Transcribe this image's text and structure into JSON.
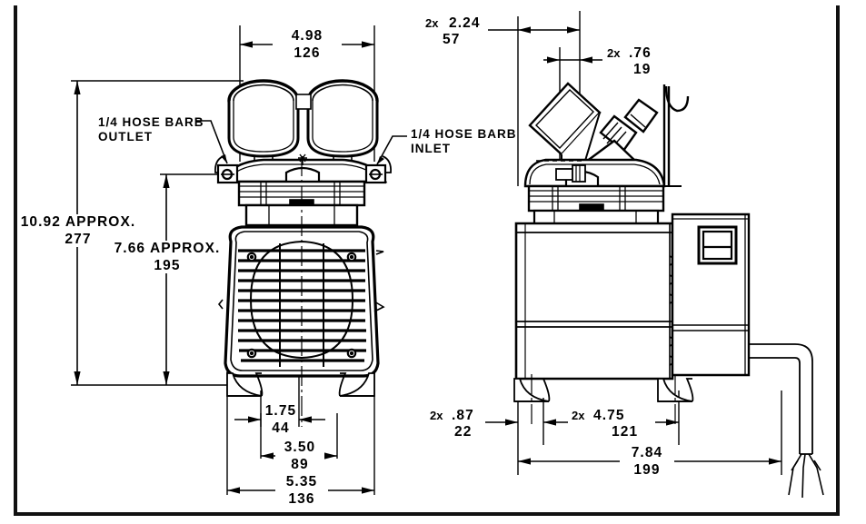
{
  "drawing": {
    "title": "Diaphragm Vacuum Pump Dimensional Drawing",
    "border_color": "#000000",
    "line_color": "#000000",
    "background_color": "#ffffff",
    "units_note": "inches over millimeters"
  },
  "views": {
    "front": {
      "name": "front-elevation-view"
    },
    "side": {
      "name": "side-elevation-view"
    }
  },
  "notes": [
    {
      "id": "outlet",
      "line1": "1/4 HOSE BARB",
      "line2": "OUTLET"
    },
    {
      "id": "inlet",
      "line1": "1/4 HOSE BARB",
      "line2": "INLET"
    }
  ],
  "dimensions": {
    "front_width_top": {
      "prefix": "",
      "inch": "4.98",
      "mm": "126"
    },
    "front_height_overall": {
      "prefix": "",
      "inch": "10.92 APPROX.",
      "mm": "277"
    },
    "front_height_body": {
      "prefix": "",
      "inch": "7.66 APPROX.",
      "mm": "195"
    },
    "front_foot_inner": {
      "prefix": "",
      "inch": "1.75",
      "mm": "44"
    },
    "front_foot_span": {
      "prefix": "",
      "inch": "3.50",
      "mm": "89"
    },
    "front_base_width": {
      "prefix": "",
      "inch": "5.35",
      "mm": "136"
    },
    "side_top_offset": {
      "prefix": "2x",
      "inch": "2.24",
      "mm": "57"
    },
    "side_small_offset": {
      "prefix": "2x",
      "inch": ".76",
      "mm": "19"
    },
    "side_edge_offset": {
      "prefix": "2x",
      "inch": ".87",
      "mm": "22"
    },
    "side_foot_span": {
      "prefix": "2x",
      "inch": "4.75",
      "mm": "121"
    },
    "side_overall_length": {
      "prefix": "",
      "inch": "7.84",
      "mm": "199"
    }
  }
}
